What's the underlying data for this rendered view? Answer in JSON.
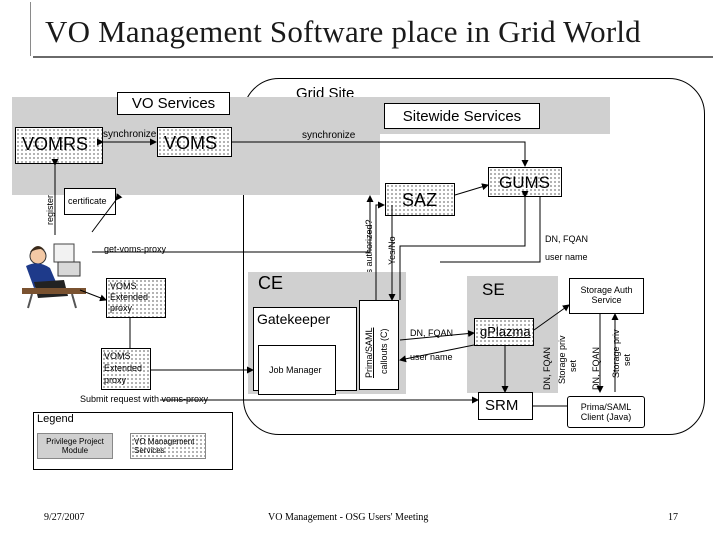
{
  "title": "VO Management Software place in Grid World",
  "grid_site": "Grid Site",
  "vo_services": "VO Services",
  "vomrs": "VOMRS",
  "synchronize_1": "synchronize",
  "voms": "VOMS",
  "synchronize_2": "synchronize",
  "sitewide_services": "Sitewide Services",
  "register": "register",
  "certificate": "certificate",
  "get_voms_proxy": "get-voms-proxy",
  "voms_ext_proxy_1": [
    "VOMS",
    "Extended",
    "proxy"
  ],
  "voms_ext_proxy_2": [
    "VOMS",
    "Extended",
    "proxy"
  ],
  "submit_request": "Submit request with voms-proxy",
  "saz": "SAZ",
  "gums": "GUMS",
  "is_authorized": "Is authorized?",
  "yes_no": "Yes/No",
  "ce": "CE",
  "gatekeeper": "Gatekeeper",
  "job_manager": "Job Manager",
  "prima_saml": "Prima/SAML",
  "callouts": "callouts (C)",
  "dn_fqan_ce": "DN, FQAN",
  "user_name_ce": "user name",
  "dn_fqan_top": "DN, FQAN",
  "user_name_top": "user name",
  "se": "SE",
  "gplazma": "gPlazma",
  "srm": "SRM",
  "dn_fqan_se": "DN, FQAN",
  "storage_priv_se": [
    "Storage priv",
    "set"
  ],
  "storage_auth_service": [
    "Storage Auth",
    "Service"
  ],
  "dn_fqan_sas": "DN, FQAN",
  "storage_priv_sas": [
    "Storage priv",
    "set"
  ],
  "prima_saml_client": [
    "Prima/SAML",
    "Client (Java)"
  ],
  "legend": {
    "title": "Legend",
    "privilege": [
      "Privilege Project",
      "Module"
    ],
    "vo_mgmt": [
      "VO Management",
      "Services"
    ]
  },
  "footer": {
    "date": "9/27/2007",
    "center": "VO Management - OSG Users' Meeting",
    "page": "17"
  }
}
